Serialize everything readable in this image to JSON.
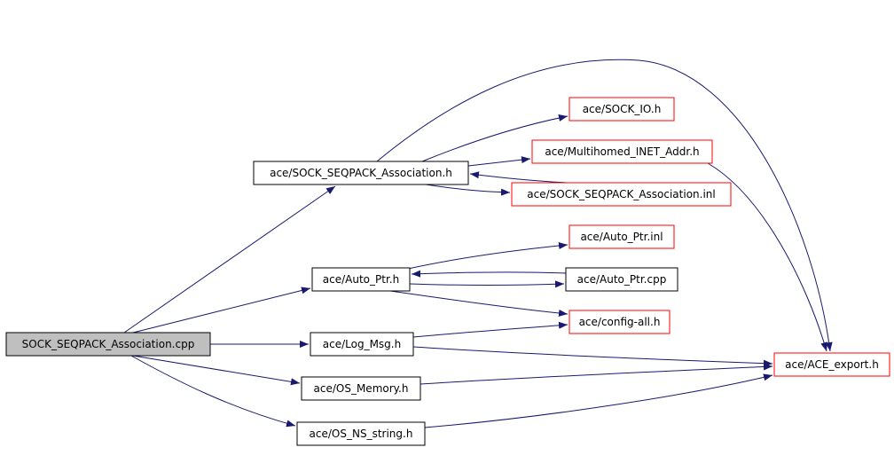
{
  "colors": {
    "edge": "#191970",
    "root_fill": "#bfbfbf",
    "root_border": "#000000",
    "internal_border": "#000000",
    "external_border": "#ff0000",
    "node_fill": "#ffffff"
  },
  "nodes": [
    {
      "id": "root",
      "label": "SOCK_SEQPACK_Association.cpp",
      "kind": "root"
    },
    {
      "id": "assoc_h",
      "label": "ace/SOCK_SEQPACK_Association.h",
      "kind": "internal"
    },
    {
      "id": "sock_io",
      "label": "ace/SOCK_IO.h",
      "kind": "external"
    },
    {
      "id": "multihomed",
      "label": "ace/Multihomed_INET_Addr.h",
      "kind": "external"
    },
    {
      "id": "assoc_inl",
      "label": "ace/SOCK_SEQPACK_Association.inl",
      "kind": "external"
    },
    {
      "id": "auto_ptr_inl",
      "label": "ace/Auto_Ptr.inl",
      "kind": "external"
    },
    {
      "id": "auto_ptr_h",
      "label": "ace/Auto_Ptr.h",
      "kind": "internal"
    },
    {
      "id": "auto_ptr_cpp",
      "label": "ace/Auto_Ptr.cpp",
      "kind": "internal"
    },
    {
      "id": "config_all",
      "label": "ace/config-all.h",
      "kind": "external"
    },
    {
      "id": "log_msg",
      "label": "ace/Log_Msg.h",
      "kind": "internal"
    },
    {
      "id": "ace_export",
      "label": "ace/ACE_export.h",
      "kind": "external"
    },
    {
      "id": "os_memory",
      "label": "ace/OS_Memory.h",
      "kind": "internal"
    },
    {
      "id": "os_ns_string",
      "label": "ace/OS_NS_string.h",
      "kind": "internal"
    }
  ],
  "edges": [
    {
      "from": "root",
      "to": "assoc_h"
    },
    {
      "from": "root",
      "to": "auto_ptr_h"
    },
    {
      "from": "root",
      "to": "log_msg"
    },
    {
      "from": "root",
      "to": "os_memory"
    },
    {
      "from": "root",
      "to": "os_ns_string"
    },
    {
      "from": "assoc_h",
      "to": "sock_io"
    },
    {
      "from": "assoc_h",
      "to": "multihomed"
    },
    {
      "from": "assoc_h",
      "to": "assoc_inl"
    },
    {
      "from": "assoc_h",
      "to": "ace_export"
    },
    {
      "from": "assoc_inl",
      "to": "assoc_h"
    },
    {
      "from": "multihomed",
      "to": "ace_export"
    },
    {
      "from": "auto_ptr_h",
      "to": "auto_ptr_inl"
    },
    {
      "from": "auto_ptr_h",
      "to": "auto_ptr_cpp"
    },
    {
      "from": "auto_ptr_h",
      "to": "config_all"
    },
    {
      "from": "auto_ptr_cpp",
      "to": "auto_ptr_h"
    },
    {
      "from": "log_msg",
      "to": "config_all"
    },
    {
      "from": "log_msg",
      "to": "ace_export"
    },
    {
      "from": "os_memory",
      "to": "ace_export"
    },
    {
      "from": "os_ns_string",
      "to": "ace_export"
    }
  ]
}
